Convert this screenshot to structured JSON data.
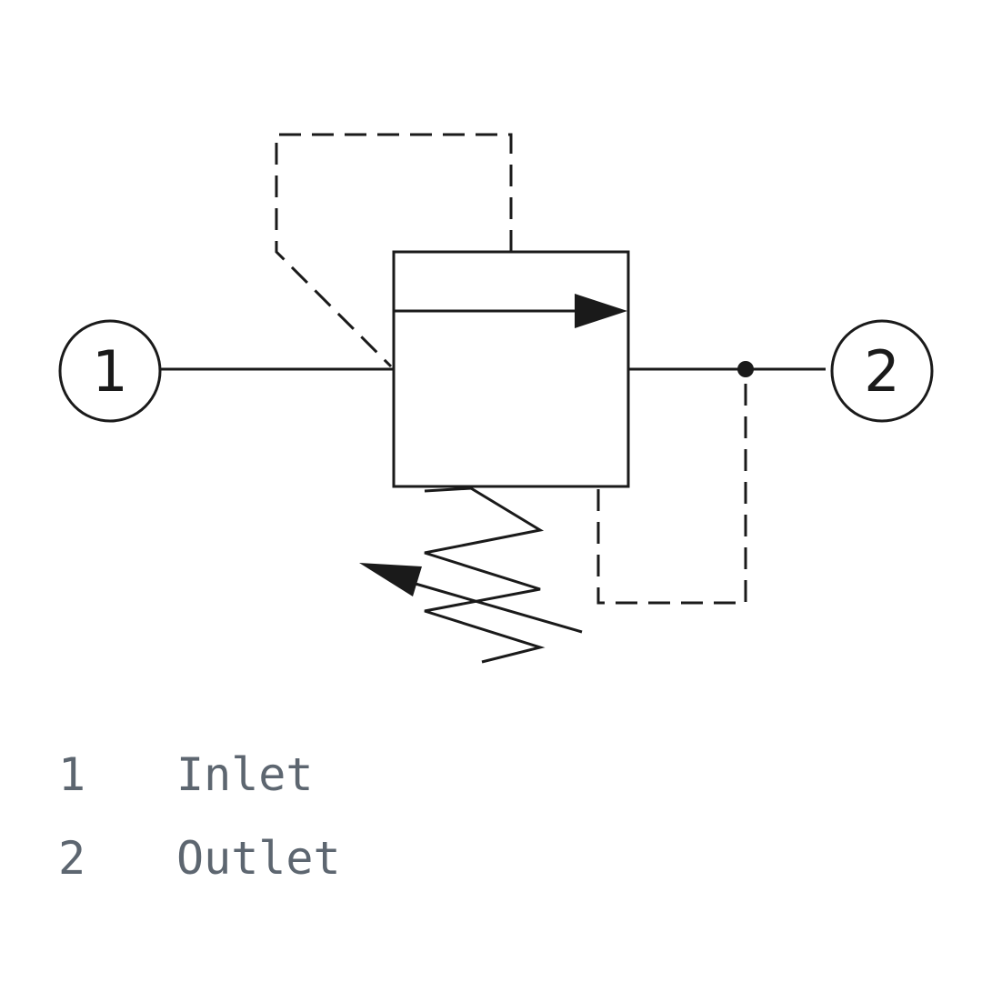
{
  "ports": [
    {
      "id": "1",
      "label": "1"
    },
    {
      "id": "2",
      "label": "2"
    }
  ],
  "legend": [
    {
      "number": "1",
      "description": "Inlet"
    },
    {
      "number": "2",
      "description": "Outlet"
    }
  ],
  "colors": {
    "line": "#1a1a1a",
    "legend_text": "#5d6670",
    "background": "#ffffff"
  }
}
